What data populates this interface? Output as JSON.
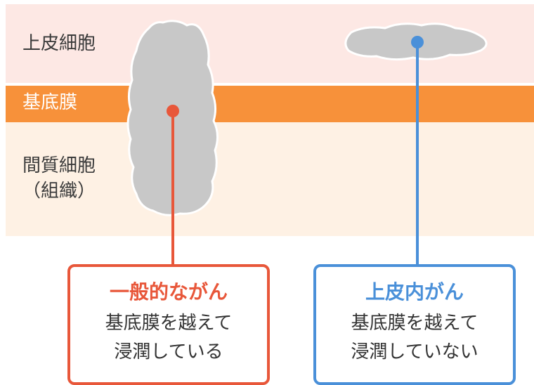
{
  "layers": {
    "epithelium": "上皮細胞",
    "basement_membrane": "基底膜",
    "stroma": "間質細胞\n（組織）"
  },
  "cards": {
    "invasive": {
      "title": "一般的ながん",
      "description": "基底膜を越えて\n浸潤している"
    },
    "in_situ": {
      "title": "上皮内がん",
      "description": "基底膜を越えて\n浸潤していない"
    }
  },
  "colors": {
    "epithelium_bg": "#fde8e4",
    "basement_membrane": "#f7913a",
    "stroma_bg": "#fef1e4",
    "tumor": "#c8c8c8",
    "invasive_accent": "#e8573a",
    "in_situ_accent": "#4a90d9"
  }
}
